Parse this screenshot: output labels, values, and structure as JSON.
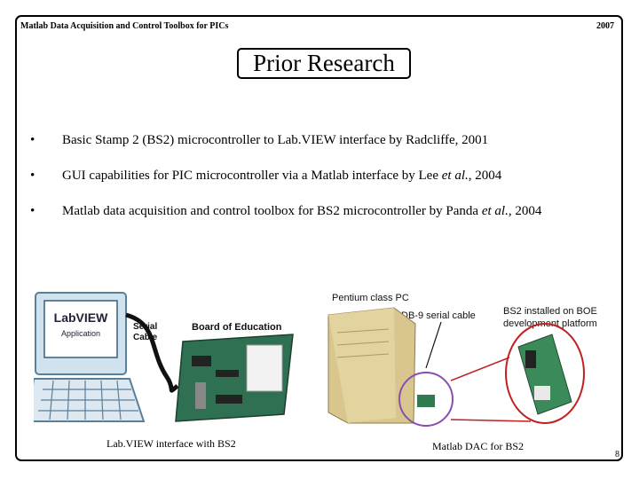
{
  "header": {
    "left": "Matlab Data Acquisition and Control Toolbox for PICs",
    "right": "2007"
  },
  "title": "Prior Research",
  "bullets": [
    {
      "pre": "Basic Stamp 2 (BS2) microcontroller to Lab.VIEW interface by Radcliffe, 2001",
      "em": "",
      "post": ""
    },
    {
      "pre": "GUI capabilities for PIC microcontroller via a Matlab interface by Lee ",
      "em": "et al.",
      "post": ", 2004"
    },
    {
      "pre": "Matlab data acquisition and control toolbox for BS2 microcontroller by Panda ",
      "em": "et al.",
      "post": ", 2004"
    }
  ],
  "bullet_symbol": "•",
  "figure_left": {
    "labview_line1": "LabVIEW",
    "labview_line2": "Application",
    "serial1": "Serial",
    "serial2": "Cable",
    "board": "Board of Education",
    "caption": "Lab.VIEW interface with BS2"
  },
  "figure_right": {
    "pc_label": "Pentium class PC",
    "cable_label": "DB-9 serial cable",
    "bs2_line1": "BS2 installed on BOE",
    "bs2_line2": "development platform",
    "caption": "Matlab DAC for BS2"
  },
  "slide_number": "8"
}
